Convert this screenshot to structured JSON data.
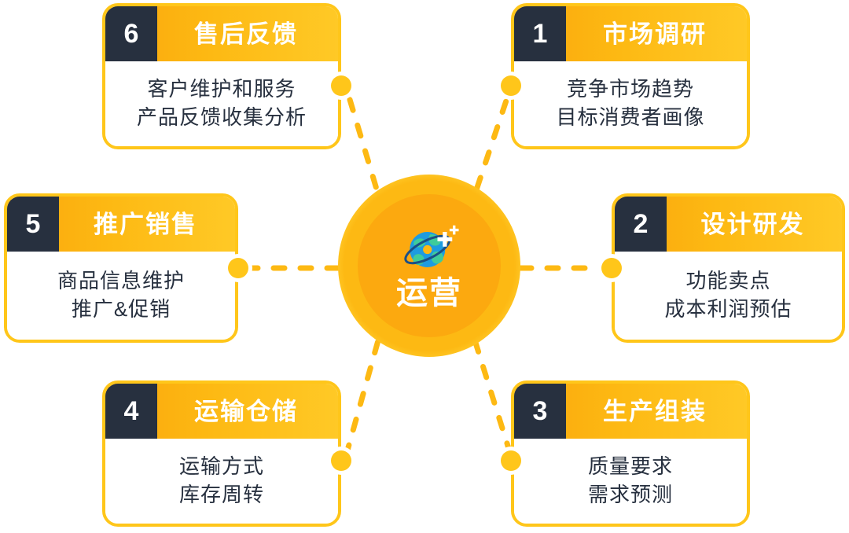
{
  "diagram": {
    "type": "hub-and-spoke-cycle",
    "hub": {
      "label": "运营",
      "icon": "globe-orbit-icon",
      "color": "#FCA90F",
      "glow_color": "#FFDD66"
    },
    "colors": {
      "accent": "#FFC61A",
      "header_gradient_start": "#FBA60C",
      "header_gradient_end": "#FFC926",
      "badge": "#27303F",
      "text": "#27303F",
      "card_bg": "#FFFFFF"
    },
    "steps": [
      {
        "number": "1",
        "title": "市场调研",
        "lines": [
          "竞争市场趋势",
          "目标消费者画像"
        ],
        "position": "top-right"
      },
      {
        "number": "2",
        "title": "设计研发",
        "lines": [
          "功能卖点",
          "成本利润预估"
        ],
        "position": "middle-right"
      },
      {
        "number": "3",
        "title": "生产组装",
        "lines": [
          "质量要求",
          "需求预测"
        ],
        "position": "bottom-right"
      },
      {
        "number": "4",
        "title": "运输仓储",
        "lines": [
          "运输方式",
          "库存周转"
        ],
        "position": "bottom-left"
      },
      {
        "number": "5",
        "title": "推广销售",
        "lines": [
          "商品信息维护",
          "推广&促销"
        ],
        "position": "middle-left"
      },
      {
        "number": "6",
        "title": "售后反馈",
        "lines": [
          "客户维护和服务",
          "产品反馈收集分析"
        ],
        "position": "top-left"
      }
    ]
  }
}
